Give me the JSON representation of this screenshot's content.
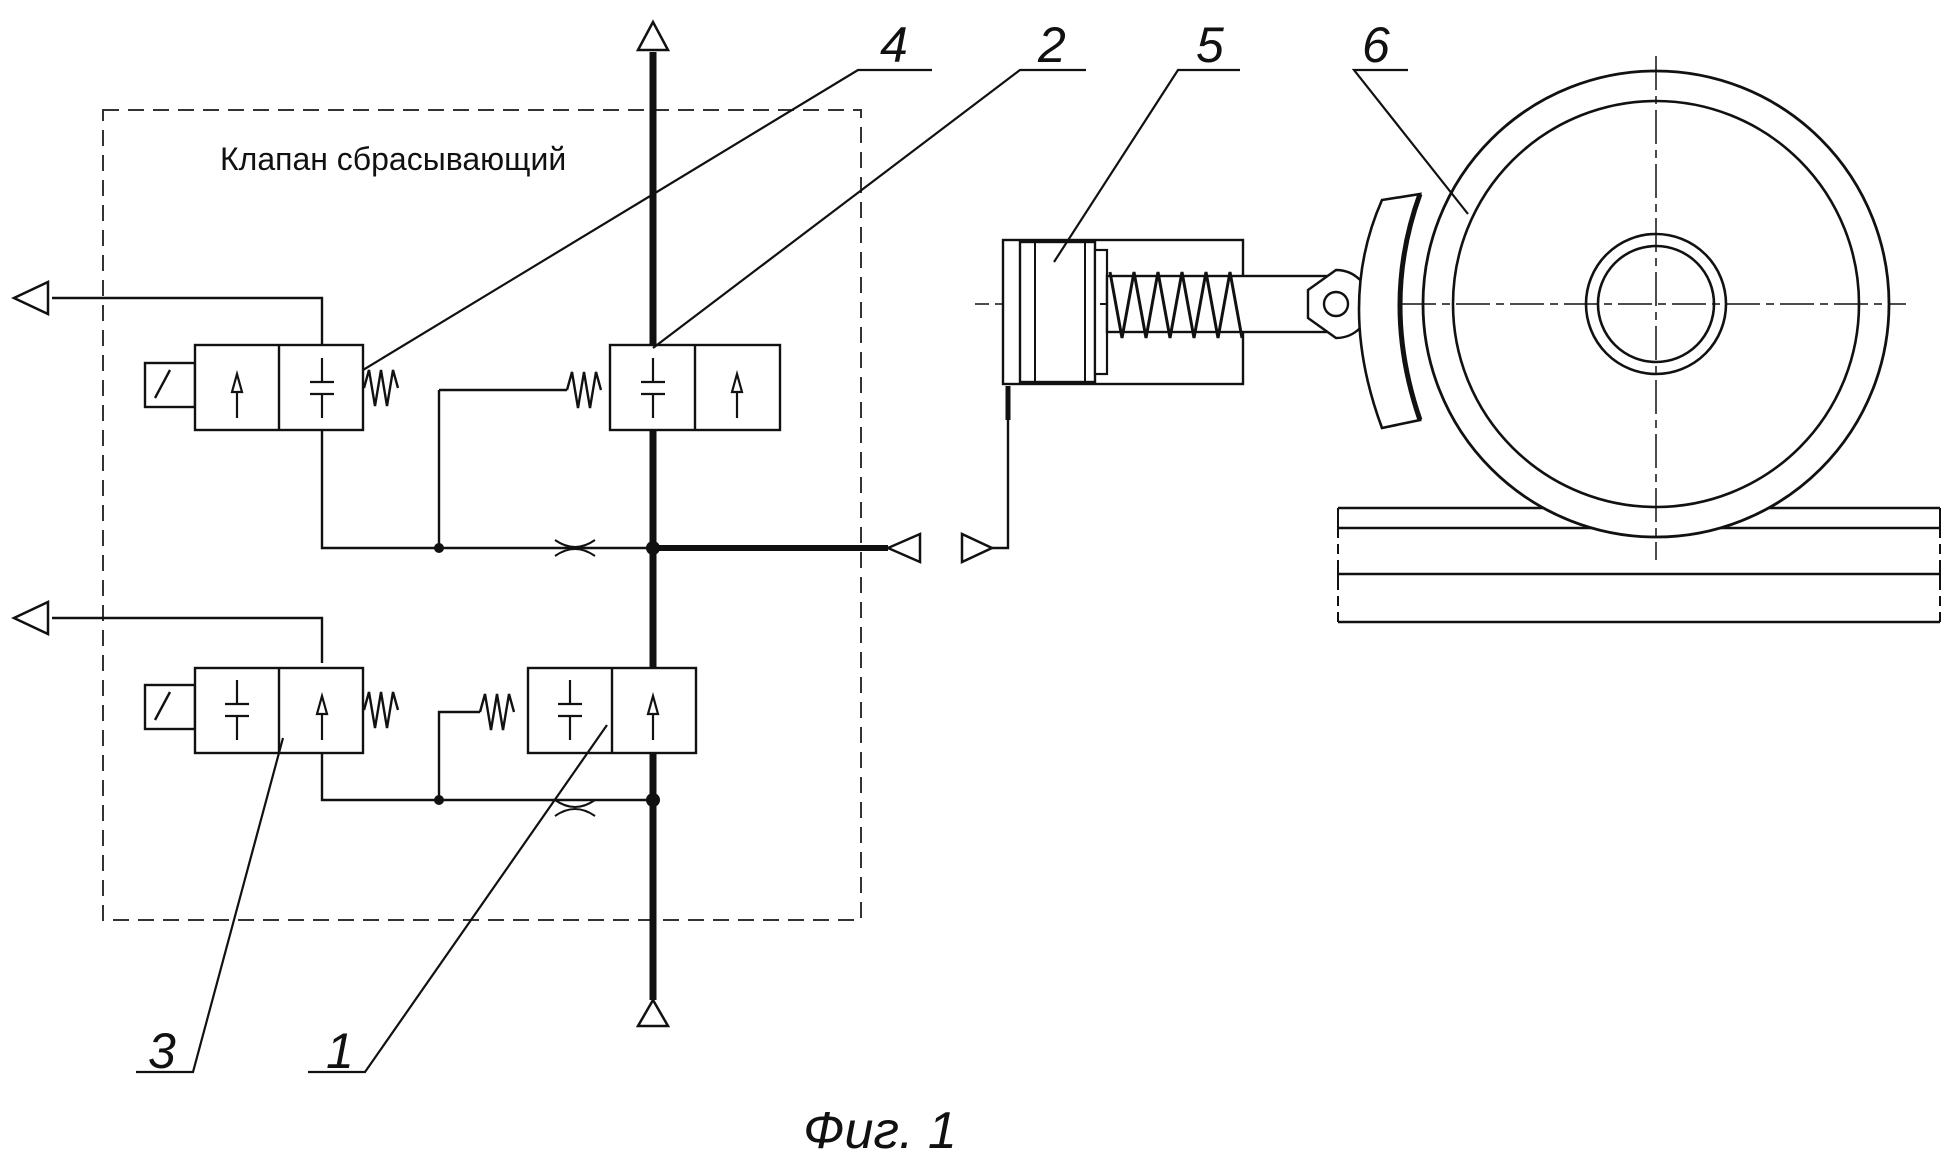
{
  "valve_block": {
    "title": "Клапан сбрасывающий"
  },
  "callouts": {
    "v1": "1",
    "v2": "2",
    "v3": "3",
    "v4": "4",
    "cylinder": "5",
    "wheel": "6"
  },
  "caption": "Фиг. 1"
}
